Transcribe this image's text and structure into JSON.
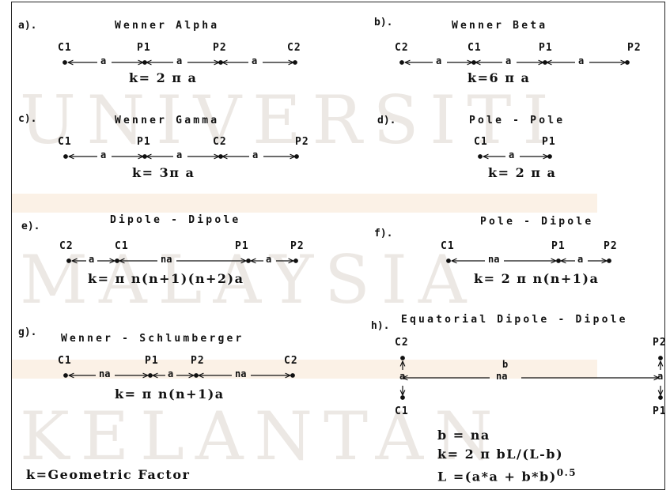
{
  "watermark": [
    "UNIVERSITI",
    "MALAYSIA",
    "KELANTAN"
  ],
  "panels": {
    "a": {
      "label": "a).",
      "title": "Wenner Alpha",
      "electrodes": [
        "C1",
        "P1",
        "P2",
        "C2"
      ],
      "spacings": [
        "a",
        "a",
        "a"
      ],
      "formula": "k= 2 π a"
    },
    "b": {
      "label": "b).",
      "title": "Wenner Beta",
      "electrodes": [
        "C2",
        "C1",
        "P1",
        "P2"
      ],
      "spacings": [
        "a",
        "a",
        "a"
      ],
      "formula": "k=6 π a"
    },
    "c": {
      "label": "c).",
      "title": "Wenner Gamma",
      "electrodes": [
        "C1",
        "P1",
        "C2",
        "P2"
      ],
      "spacings": [
        "a",
        "a",
        "a"
      ],
      "formula": "k= 3π a"
    },
    "d": {
      "label": "d).",
      "title": "Pole - Pole",
      "electrodes": [
        "C1",
        "P1"
      ],
      "spacings": [
        "a"
      ],
      "formula": "k= 2 π a"
    },
    "e": {
      "label": "e).",
      "title": "Dipole - Dipole",
      "electrodes": [
        "C2",
        "C1",
        "P1",
        "P2"
      ],
      "spacings": [
        "a",
        "na",
        "a"
      ],
      "formula": "k= π n(n+1)(n+2)a"
    },
    "f": {
      "label": "f).",
      "title": "Pole - Dipole",
      "electrodes": [
        "C1",
        "P1",
        "P2"
      ],
      "spacings": [
        "na",
        "a"
      ],
      "formula": "k= 2 π n(n+1)a"
    },
    "g": {
      "label": "g).",
      "title": "Wenner - Schlumberger",
      "electrodes": [
        "C1",
        "P1",
        "P2",
        "C2"
      ],
      "spacings": [
        "na",
        "a",
        "na"
      ],
      "formula": "k= π n(n+1)a"
    },
    "h": {
      "label": "h).",
      "title": "Equatorial Dipole - Dipole",
      "electrodes": [
        "C2",
        "P2",
        "C1",
        "P1"
      ],
      "spacing_b": "b",
      "spacing_na": "na",
      "spacing_a": "a",
      "formulas": [
        "b = na",
        "k= 2 π bL/(L-b)",
        "L =(a*a + b*b)"
      ],
      "exponent": "0.5"
    }
  },
  "footer": "k=Geometric Factor",
  "colors": {
    "ink": "#111111",
    "watermark": "#ece8e4",
    "band": "#fbf1e6"
  }
}
